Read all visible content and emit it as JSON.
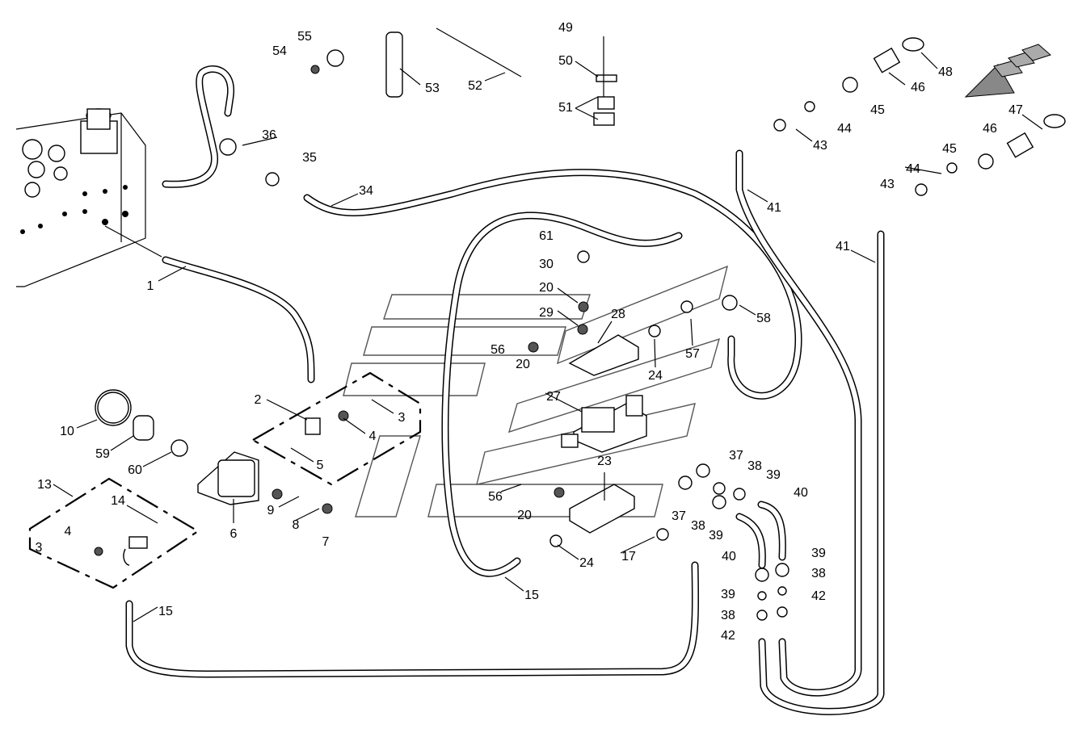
{
  "diagram": {
    "callouts": [
      "1",
      "2",
      "3",
      "4",
      "5",
      "6",
      "7",
      "8",
      "9",
      "10",
      "59",
      "60",
      "13",
      "14",
      "4",
      "3",
      "15",
      "15",
      "24",
      "17",
      "23",
      "56",
      "20",
      "37",
      "37",
      "38",
      "39",
      "38",
      "39",
      "40",
      "40",
      "39",
      "38",
      "42",
      "39",
      "38",
      "42",
      "27",
      "56",
      "20",
      "29",
      "20",
      "30",
      "61",
      "28",
      "24",
      "57",
      "58",
      "41",
      "41",
      "43",
      "44",
      "45",
      "46",
      "48",
      "47",
      "46",
      "45",
      "44",
      "43",
      "36",
      "35",
      "34",
      "54",
      "55",
      "53",
      "52",
      "49",
      "50",
      "51"
    ]
  }
}
